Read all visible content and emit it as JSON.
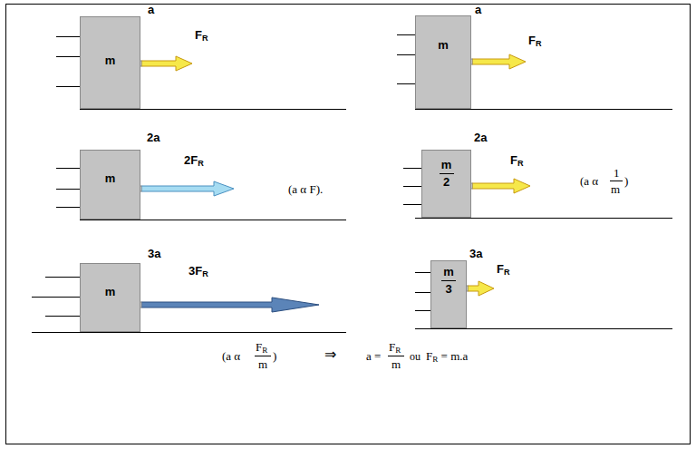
{
  "diagram": {
    "nodes": [
      {
        "text": [
          "m"
        ]
      },
      {
        "text": [
          "m"
        ]
      },
      {
        "text": [
          "m"
        ]
      },
      {
        "text": [
          "m 2"
        ]
      },
      {
        "text": [
          "m"
        ]
      },
      {
        "text": [
          "m 3"
        ]
      }
    ],
    "labels": [
      "a",
      "FR",
      "a",
      "FR",
      "2a",
      "2FR",
      "(a α F).",
      "2a",
      "FR",
      "(a α",
      "1",
      "m",
      ")",
      "3a",
      "3FR",
      "3a",
      "FR",
      "(a α",
      "FR",
      "m",
      ")",
      "⇒",
      "a =",
      "FR",
      "m",
      "ou",
      "FR = m.a"
    ]
  }
}
